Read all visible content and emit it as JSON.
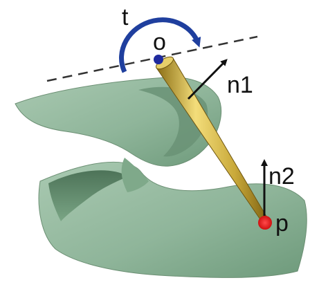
{
  "labels": {
    "axis_rotation": "t",
    "pivot_point": "o",
    "normal_1": "n1",
    "normal_2": "n2",
    "contact_point": "p"
  },
  "colors": {
    "surface": "#8fb59a",
    "surface_shadow": "#5f8a6c",
    "tool": "#c9a93a",
    "rotation_arrow": "#1f3f9e",
    "pivot": "#1f2a9e",
    "contact": "#e01818",
    "vectors": "#111111",
    "axis_line": "#333333"
  }
}
